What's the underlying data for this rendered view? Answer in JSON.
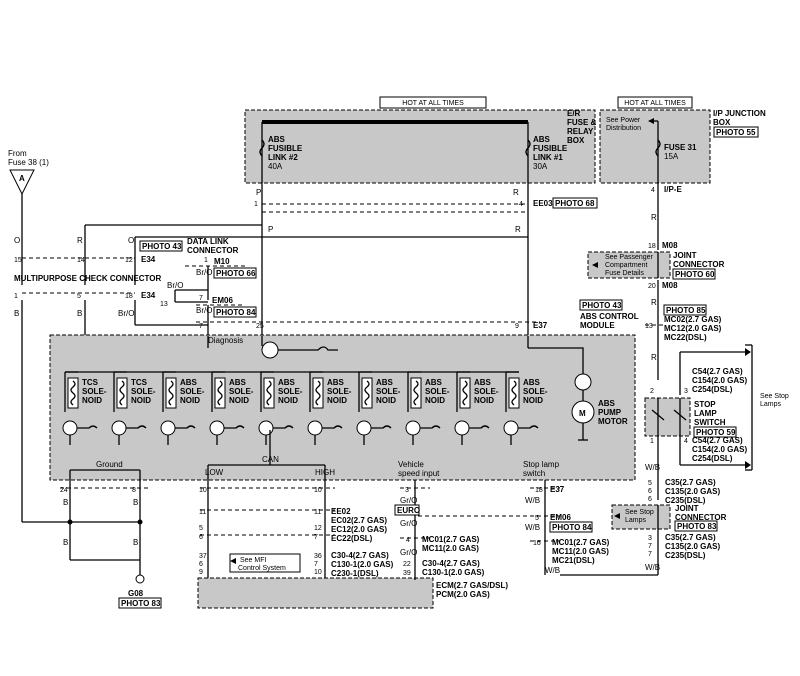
{
  "hot_labels": [
    "HOT AT ALL TIMES",
    "HOT AT ALL TIMES"
  ],
  "er_box": {
    "title_lines": [
      "E/R",
      "FUSE &",
      "RELAY",
      "BOX"
    ],
    "link2_lines": [
      "ABS",
      "FUSIBLE",
      "LINK #2",
      "40A"
    ],
    "link1_lines": [
      "ABS",
      "FUSIBLE",
      "LINK #1",
      "30A"
    ]
  },
  "ip_box": {
    "title_lines": [
      "I/P JUNCTION",
      "BOX"
    ],
    "photo": "PHOTO 55",
    "see_lines": [
      "See Power",
      "Distribution"
    ],
    "fuse_lines": [
      "FUSE 31",
      "15A"
    ],
    "pin": "4",
    "conn": "I/P-E"
  },
  "from_fuse": [
    "From",
    "Fuse 38 (1)"
  ],
  "fuse_a": "A",
  "top_connector": {
    "pins": [
      "1",
      "4"
    ],
    "wires": [
      "P",
      "R"
    ],
    "name": "EE03",
    "photo": "PHOTO 68"
  },
  "photo43_dlc": "PHOTO 43",
  "dlc_lines": [
    "DATA LINK",
    "CONNECTOR"
  ],
  "m10": "M10",
  "photo66": "PHOTO 66",
  "e34_1": "E34",
  "e34_2": "E34",
  "mcc_label": "MULTIPURPOSE CHECK CONNECTOR",
  "pins_top": {
    "p15": "15",
    "p14": "14",
    "p12": "12",
    "p1": "1",
    "p5": "5",
    "p18": "18",
    "p13": "13",
    "p7": "7",
    "p7b": "7",
    "p25": "25",
    "p9": "9",
    "p1m": "1"
  },
  "wire_labels": {
    "o1": "O",
    "r1": "R",
    "p1": "P",
    "o2": "O",
    "b1": "B",
    "b2": "B",
    "bro1": "Br/O",
    "bro2": "Br/O",
    "bro3": "Br/O",
    "bro4": "Br/O",
    "r_right": "R"
  },
  "em06_top": "EM06",
  "photo84_top": "PHOTO 84",
  "abs_module": {
    "photo": "PHOTO 43",
    "title_lines": [
      "ABS CONTROL",
      "MODULE"
    ],
    "conn": "E37",
    "diagnosis": "Diagnosis",
    "solenoids": [
      [
        "TCS",
        "SOLE-",
        "NOID"
      ],
      [
        "TCS",
        "SOLE-",
        "NOID"
      ],
      [
        "ABS",
        "SOLE-",
        "NOID"
      ],
      [
        "ABS",
        "SOLE-",
        "NOID"
      ],
      [
        "ABS",
        "SOLE-",
        "NOID"
      ],
      [
        "ABS",
        "SOLE-",
        "NOID"
      ],
      [
        "ABS",
        "SOLE-",
        "NOID"
      ],
      [
        "ABS",
        "SOLE-",
        "NOID"
      ],
      [
        "ABS",
        "SOLE-",
        "NOID"
      ],
      [
        "ABS",
        "SOLE-",
        "NOID"
      ]
    ],
    "motor_lines": [
      "ABS",
      "PUMP",
      "MOTOR"
    ],
    "motor_symbol": "M",
    "ground": "Ground",
    "can": "CAN",
    "low": "LOW",
    "high": "HIGH",
    "vsi_lines": [
      "Vehicle",
      "speed input"
    ],
    "stop_lines": [
      "Stop lamp",
      "switch"
    ]
  },
  "joint_conn_top": {
    "pins": [
      "18",
      "20"
    ],
    "conn": "M08",
    "conn2": "M08",
    "title_lines": [
      "JOINT",
      "CONNECTOR"
    ],
    "photo": "PHOTO 60",
    "see_lines": [
      "See Passenger",
      "Compartment",
      "Fuse Details"
    ]
  },
  "photo85": "PHOTO 85",
  "mc_top": {
    "pin": "13",
    "lines": [
      "MC02(2.7 GAS)",
      "MC12(2.0 GAS)",
      "MC22(DSL)"
    ]
  },
  "stop_switch": {
    "pins_top": [
      "2",
      "3"
    ],
    "conn_top": [
      "C54(2.7 GAS)",
      "C154(2.0 GAS)",
      "C254(DSL)"
    ],
    "title_lines": [
      "STOP",
      "LAMP",
      "SWITCH"
    ],
    "photo": "PHOTO 59",
    "see_lines": [
      "See Stop",
      "Lamps"
    ],
    "pins_bot": [
      "1",
      "4"
    ],
    "conn_bot": [
      "C54(2.7 GAS)",
      "C154(2.0 GAS)",
      "C254(DSL)"
    ]
  },
  "joint_conn_bot": {
    "pins_top": [
      "5",
      "6",
      "6"
    ],
    "conn_top": [
      "C35(2.7 GAS)",
      "C135(2.0 GAS)",
      "C235(DSL)"
    ],
    "title_lines": [
      "JOINT",
      "CONNECTOR"
    ],
    "photo": "PHOTO 83",
    "see_lines": [
      "See Stop",
      "Lamps"
    ],
    "pins_bot": [
      "3",
      "7",
      "7"
    ],
    "conn_bot": [
      "C35(2.7 GAS)",
      "C135(2.0 GAS)",
      "C235(DSL)"
    ]
  },
  "bottom_wires": {
    "r_ip": "R",
    "r_m08": "R",
    "r_mc": "R",
    "wb1": "W/B",
    "wb2": "W/B",
    "wb3": "W/B",
    "wb4": "W/B",
    "wb5": "W/B"
  },
  "bottom_left": {
    "pins": [
      "24",
      "8"
    ],
    "wires": [
      "B",
      "B",
      "B",
      "B"
    ],
    "ground": "G08",
    "photo": "PHOTO 83"
  },
  "bottom_mid": {
    "pins_low": [
      "10",
      "11",
      "5",
      "6",
      "37",
      "6",
      "9"
    ],
    "pins_high": [
      "10",
      "11",
      "12",
      "7",
      "36",
      "7",
      "10"
    ],
    "ee02": "EE02",
    "ec_lines": [
      "EC02(2.7 GAS)",
      "EC12(2.0 GAS)",
      "EC22(DSL)"
    ],
    "c30_lines": [
      "C30-4(2.7 GAS)",
      "C130-1(2.0 GAS)",
      "C230-1(DSL)"
    ],
    "mfi_lines": [
      "See MFI",
      "Control System"
    ],
    "vs_pin": "3",
    "vs_wire": "Gr/O",
    "euro": "EURO",
    "vs_wire2": "Gr/O",
    "mc01_pin": "4",
    "mc01_lines": [
      "MC01(2.7 GAS)",
      "MC11(2.0 GAS)"
    ],
    "vs_wire3": "Gr/O",
    "c304_pins": [
      "22",
      "39"
    ],
    "c304_lines": [
      "C30-4(2.7 GAS)",
      "C130-1(2.0 GAS)"
    ],
    "ecm_lines": [
      "ECM(2.7 GAS/DSL)",
      "PCM(2.0 GAS)"
    ]
  },
  "bottom_right": {
    "pin18": "18",
    "e37": "E37",
    "pin5": "5",
    "em06": "EM06",
    "photo84": "PHOTO 84",
    "pin16": "16",
    "mc_lines": [
      "MC01(2.7 GAS)",
      "MC11(2.0 GAS)",
      "MC21(DSL)"
    ]
  },
  "legend_see_stop": [
    "See Stop",
    "Lamps"
  ]
}
